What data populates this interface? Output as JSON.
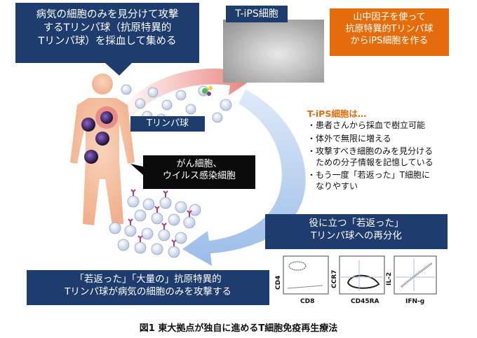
{
  "top_left_box": {
    "line1": "病気の細胞のみを見分けて攻撃",
    "line2": "するTリンパ球（抗原特異的",
    "line3": "Tリンパ球）を採血して集める"
  },
  "tips_photo_label": "T-iPS細胞",
  "top_right_box": {
    "line1": "山中因子を使って",
    "line2": "抗原特異的Tリンパ球",
    "line3": "からiPS細胞を作る"
  },
  "tcell_label": "Tリンパ球",
  "cancer_label": {
    "line1": "がん細胞、",
    "line2": "ウイルス感染細胞"
  },
  "features": {
    "heading": "T-iPS細胞は…",
    "items": [
      {
        "text": "・患者さんから採血で樹立可能"
      },
      {
        "text": "・体外で無限に増える"
      },
      {
        "text": "・攻撃すべき細胞のみを見分ける",
        "cont": "ための分子情報を記憶している"
      },
      {
        "text": "・もう一度「若返った」T細胞に",
        "cont": "なりやすい"
      }
    ]
  },
  "redifferentiation_box": {
    "line1": "役に立つ「若返った」",
    "line2": "Tリンパ球への再分化"
  },
  "attack_box": {
    "line1": "「若返った」「大量の」抗原特異的",
    "line2": "Tリンパ球が病気の細胞のみを攻撃する"
  },
  "flow_plots": [
    {
      "ylabel": "CD4",
      "xlabel": "CD8"
    },
    {
      "ylabel": "CCR7",
      "xlabel": "CD45RA"
    },
    {
      "ylabel": "IL-2",
      "xlabel": "IFN-g"
    }
  ],
  "caption": "図1 東大拠点が独自に進めるT細胞免疫再生療法",
  "colors": {
    "navy": "#1f3c6e",
    "orange": "#e46c0a",
    "arrow_red": "#e8706a",
    "arrow_blue": "#8fb4e6"
  }
}
